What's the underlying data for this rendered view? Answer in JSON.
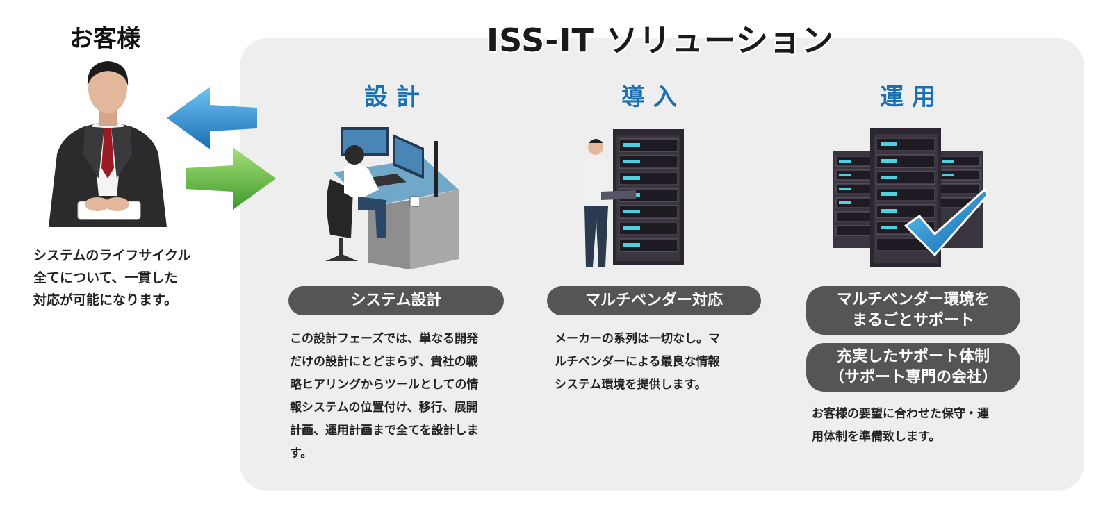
{
  "main_title": "ISS-IT ソリューション",
  "customer": {
    "title": "お客様",
    "description": "システムのライフサイクル\n全てについて、一貫した\n対応が可能になります。"
  },
  "phases": [
    {
      "title": "設計",
      "pill": "システム設計",
      "description": "この設計フェーズでは、単なる開発\nだけの設計にとどまらず、貴社の戦\n略ヒアリングからツールとしての情\n報システムの位置付け、移行、展開\n計画、運用計画まで全てを設計しま\nす。"
    },
    {
      "title": "導入",
      "pill": "マルチベンダー対応",
      "description": "メーカーの系列は一切なし。マ\nルチベンダーによる最良な情報\nシステム環境を提供します。"
    },
    {
      "title": "運用",
      "pill": "マルチベンダー環境を\nまるごとサポート",
      "pill2": "充実したサポート体制\n（サポート専門の会社）",
      "description": "お客様の要望に合わせた保守・運\n用体制を準備致します。"
    }
  ],
  "colors": {
    "phase_title": "#1c6fb0",
    "pill_bg": "#555555",
    "panel_bg": "#eeeeee",
    "arrow_blue": "#2a8fd6",
    "arrow_green": "#6cc24a"
  },
  "icons": {
    "customer": "businessman-icon",
    "design": "workstation-icon",
    "deploy": "server-technician-icon",
    "operate": "server-checkmark-icon",
    "arrow_left": "arrow-left-icon",
    "arrow_right": "arrow-right-icon"
  }
}
